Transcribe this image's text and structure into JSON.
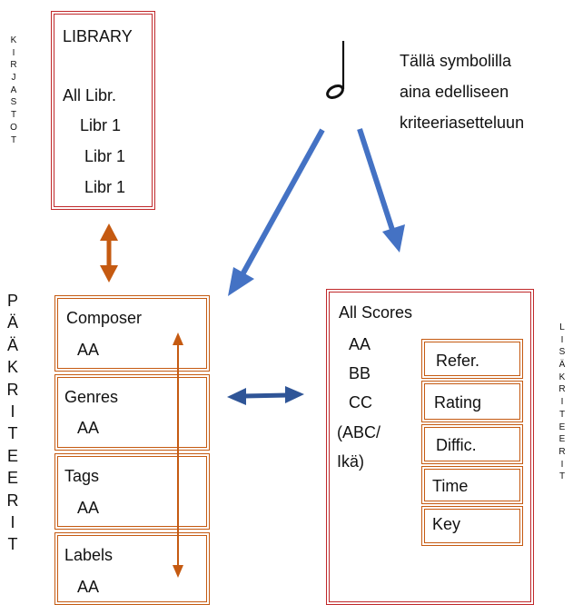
{
  "left_vertical_label": "KIRJASTOT",
  "library": {
    "title": "LIBRARY",
    "items": [
      "All Libr.",
      "Libr 1",
      "Libr 1",
      "Libr 1"
    ]
  },
  "note": {
    "lines": [
      "Tällä symbolilla",
      "aina edelliseen",
      "kriteeriasetteluun"
    ]
  },
  "main_vertical_label": "PÄÄKRITEERIT",
  "main_criteria": [
    {
      "label": "Composer",
      "value": "AA"
    },
    {
      "label": "Genres",
      "value": "AA"
    },
    {
      "label": "Tags",
      "value": "AA"
    },
    {
      "label": "Labels",
      "value": "AA"
    }
  ],
  "scores": {
    "title": "All Scores",
    "items": [
      "AA",
      "BB",
      "CC"
    ],
    "extra": [
      "(ABC/",
      "Ikä)"
    ]
  },
  "extra_criteria": [
    "Refer.",
    "Rating",
    "Diffic.",
    "Time",
    "Key"
  ],
  "extra_vertical_label": "LISÄKRITEERIT",
  "icons": {
    "note_symbol": "half-note-icon"
  },
  "colors": {
    "red": "#c0292b",
    "orange": "#c55a11",
    "blue": "#4472c4",
    "dark_blue": "#2f5597"
  }
}
